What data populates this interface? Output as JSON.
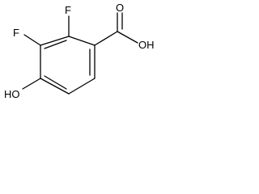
{
  "molecule": {
    "atoms": {
      "fluorine_top": "F",
      "fluorine_left": "F",
      "carboxyl_oxygen": "O",
      "carboxyl_hydroxyl": "OH",
      "phenol_hydroxyl": "HO"
    },
    "colors": {
      "bond": "#000000",
      "label": "#000000",
      "background": "#ffffff"
    }
  }
}
